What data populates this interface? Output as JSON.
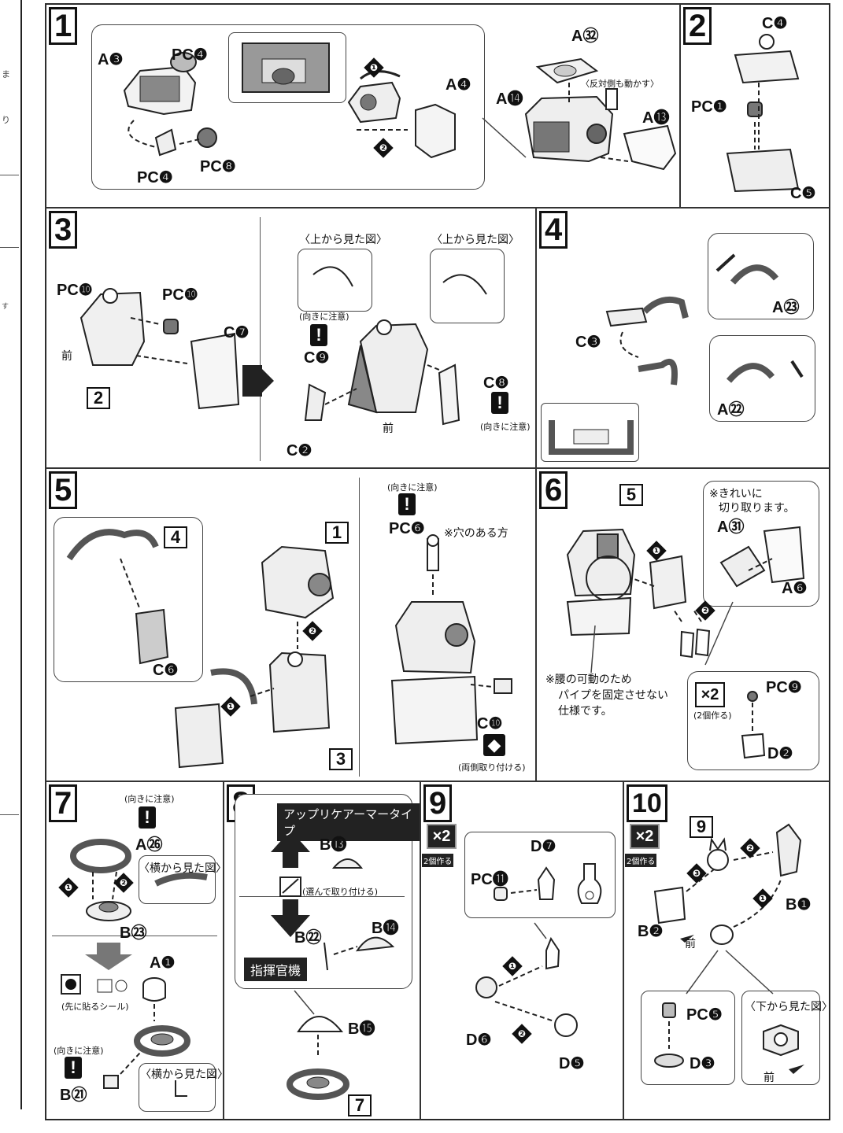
{
  "sidebar": {
    "notes": [
      "ま",
      "り",
      "す"
    ]
  },
  "steps": [
    {
      "id": "step-1",
      "number": "1"
    },
    {
      "id": "step-2",
      "number": "2"
    },
    {
      "id": "step-3",
      "number": "3"
    },
    {
      "id": "step-4",
      "number": "4"
    },
    {
      "id": "step-5",
      "number": "5"
    },
    {
      "id": "step-6",
      "number": "6"
    },
    {
      "id": "step-7",
      "number": "7"
    },
    {
      "id": "step-8",
      "number": "8"
    },
    {
      "id": "step-9",
      "number": "9"
    },
    {
      "id": "step-10",
      "number": "10"
    }
  ],
  "step1": {
    "parts": [
      "A❸",
      "PC❹",
      "PC❹",
      "PC❽",
      "A❹",
      "A㉜",
      "A⓮",
      "A⓭"
    ],
    "seq": [
      "❶",
      "❷"
    ],
    "note": "〈反対側も動かす〉"
  },
  "step2": {
    "parts": [
      "C❹",
      "PC❶",
      "C❺"
    ]
  },
  "step3": {
    "parts": [
      "PC❿",
      "PC❿",
      "C❼",
      "C❾",
      "C❷",
      "C❽"
    ],
    "front": "前",
    "top_view": "〈上から見た図〉",
    "caution": "(向きに注意)",
    "ref": "2"
  },
  "step4": {
    "parts": [
      "C❸",
      "A㉓",
      "A㉒"
    ]
  },
  "step5": {
    "parts": [
      "C❻",
      "PC❻",
      "C❿"
    ],
    "refs": [
      "4",
      "1",
      "3"
    ],
    "seq": [
      "❶",
      "❷"
    ],
    "caution": "(向きに注意)",
    "hole_note": "※穴のある方",
    "both_sides": "(両側取り付ける)"
  },
  "step6": {
    "ref": "5",
    "parts": [
      "A㉛",
      "A❻",
      "PC❾",
      "D❷"
    ],
    "cut_note_1": "※きれいに",
    "cut_note_2": "切り取ります。",
    "waist_note_1": "※腰の可動のため",
    "waist_note_2": "パイプを固定させない",
    "waist_note_3": "仕様です。",
    "x2": "×2",
    "make_two": "(2個作る)",
    "seq": [
      "❶",
      "❷"
    ]
  },
  "step7": {
    "parts": [
      "A㉖",
      "B㉓",
      "A❶",
      "B㉑"
    ],
    "caution": "(向きに注意)",
    "side_view": "〈横から見た図〉",
    "sticker": "(先に貼るシール)",
    "seq": [
      "❶",
      "❷"
    ]
  },
  "step8": {
    "banner": "アップリケアーマータイプ",
    "choose": "(選んで取り付ける)",
    "commander": "指揮官機",
    "parts": [
      "B⓭",
      "B㉒",
      "B⓮",
      "B⓯"
    ],
    "ref": "7"
  },
  "step9": {
    "x2": "×2",
    "make_two": "2個作る",
    "parts": [
      "D❼",
      "PC⓫",
      "D❻",
      "D❺"
    ],
    "seq": [
      "❶",
      "❷"
    ]
  },
  "step10": {
    "x2": "×2",
    "make_two": "2個作る",
    "ref": "9",
    "parts": [
      "B❶",
      "B❷",
      "PC❺",
      "D❸"
    ],
    "front": "前",
    "bottom_view": "〈下から見た図〉",
    "seq": [
      "❶",
      "❷",
      "❸"
    ]
  }
}
